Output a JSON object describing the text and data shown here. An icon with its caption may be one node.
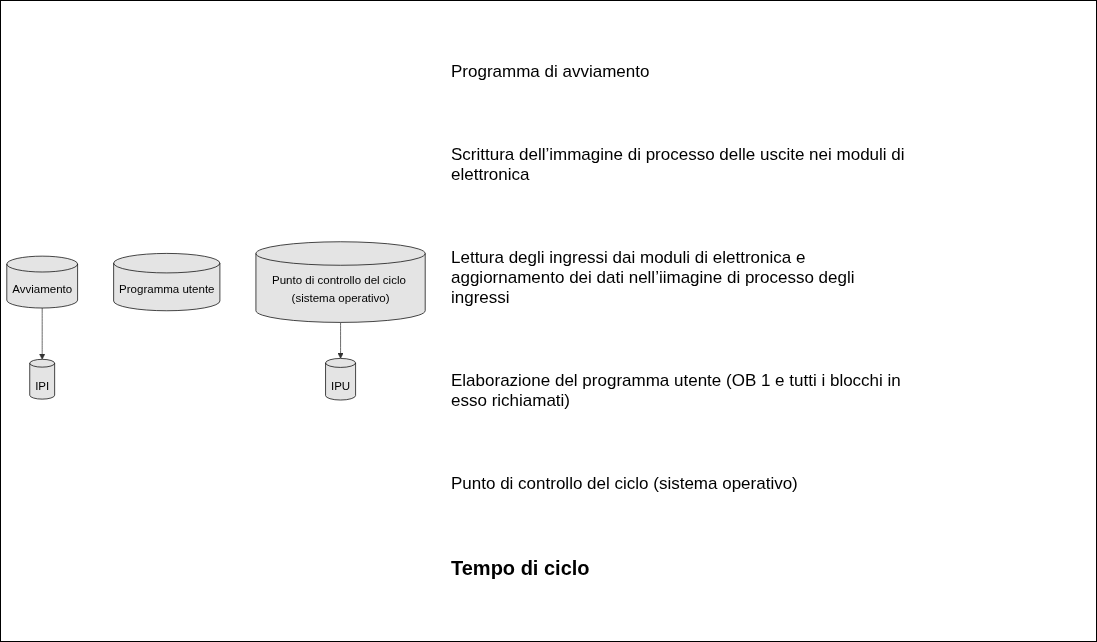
{
  "diagram": {
    "nodes": [
      {
        "text": [
          "Avviamento"
        ]
      },
      {
        "text": [
          "IPU"
        ]
      },
      {
        "text": [
          "IPI"
        ]
      },
      {
        "text": [
          "Programma utente"
        ]
      },
      {
        "text": [
          "Punto di controllo del ciclo (sistema operativo)"
        ]
      }
    ],
    "edges": [
      {
        "from": 0,
        "to": 2,
        "arrow": "to"
      },
      {
        "from": 4,
        "to": 1,
        "arrow": "to"
      }
    ],
    "labels": [
      "Programma di avviamento",
      "Scrittura dell’immagine di processo delle uscite nei moduli di elettronica",
      "Lettura degli ingressi dai moduli di elettronica e aggiornamento dei dati nell’iimagine di processo degli ingressi",
      "Elaborazione del programma utente (OB 1 e tutti i blocchi in esso richiamati)",
      "Punto di controllo del ciclo (sistema operativo)",
      "Tempo di ciclo"
    ]
  }
}
